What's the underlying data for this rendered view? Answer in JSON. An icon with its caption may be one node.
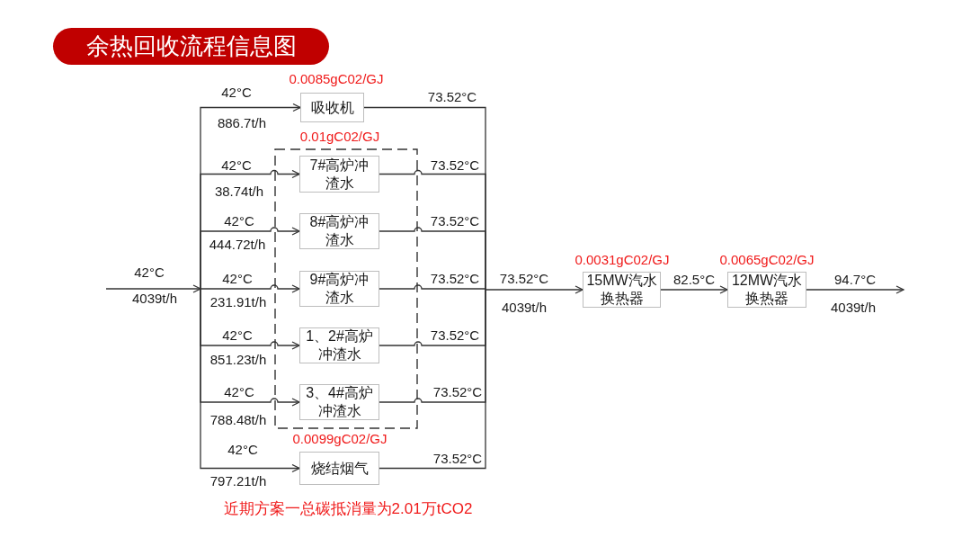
{
  "diagram": {
    "title": "余热回收流程信息图",
    "caption": "近期方案一总碳抵消量为2.01万tCO2",
    "nodes": [
      {
        "text": [
          "吸收机"
        ],
        "beside": [
          "0.0085gC02/GJ"
        ]
      },
      {
        "text": [],
        "shape": "box",
        "beside": [
          "0.01gC02/GJ"
        ]
      },
      {
        "text": [
          "7#高炉冲渣水"
        ],
        "in": 1
      },
      {
        "text": [
          "8#高炉冲渣水"
        ],
        "in": 1
      },
      {
        "text": [
          "9#高炉冲渣水"
        ],
        "in": 1
      },
      {
        "text": [
          "1、2#高炉冲渣水"
        ],
        "in": 1
      },
      {
        "text": [
          "3、4#高炉冲渣水"
        ],
        "in": 1
      },
      {
        "text": [
          "烧结烟气"
        ],
        "beside": [
          "0.0099gC02/GJ"
        ]
      },
      {
        "text": [
          "15MW汽水换热器"
        ],
        "beside": [
          "0.0031gC02/GJ"
        ]
      },
      {
        "text": [
          "12MW汽水换热器"
        ],
        "beside": [
          "0.0065gC02/GJ"
        ]
      }
    ],
    "edges": [
      {
        "from": null,
        "to": 0,
        "arrow": "to"
      },
      {
        "from": null,
        "to": 2,
        "arrow": "to"
      },
      {
        "from": null,
        "to": 3,
        "arrow": "to"
      },
      {
        "from": null,
        "to": 4,
        "arrow": "to"
      },
      {
        "from": null,
        "to": 5,
        "arrow": "to"
      },
      {
        "from": null,
        "to": 6,
        "arrow": "to"
      },
      {
        "from": null,
        "to": 7,
        "arrow": "to"
      },
      {
        "from": 0,
        "to": 8,
        "arrow": "to"
      },
      {
        "from": 2,
        "to": 8,
        "arrow": "to"
      },
      {
        "from": 3,
        "to": 8,
        "arrow": "to"
      },
      {
        "from": 4,
        "to": 8,
        "arrow": "to"
      },
      {
        "from": 5,
        "to": 8,
        "arrow": "to"
      },
      {
        "from": 6,
        "to": 8,
        "arrow": "to"
      },
      {
        "from": 7,
        "to": 8,
        "arrow": "to"
      },
      {
        "from": 8,
        "to": 9,
        "arrow": "to",
        "label": "82.5°C"
      },
      {
        "from": 9,
        "to": null,
        "arrow": "to"
      }
    ],
    "labels": [
      "42°C",
      "73.52°C",
      "886.7t/h",
      "42°C",
      "73.52°C",
      "38.74t/h",
      "42°C",
      "73.52°C",
      "444.72t/h",
      "42°C",
      "42°C",
      "73.52°C",
      "73.52°C",
      "4039t/h",
      "231.91t/h",
      "4039t/h",
      "94.7°C",
      "4039t/h",
      "42°C",
      "73.52°C",
      "851.23t/h",
      "42°C",
      "73.52°C",
      "788.48t/h",
      "42°C",
      "73.52°C",
      "797.21t/h"
    ]
  }
}
